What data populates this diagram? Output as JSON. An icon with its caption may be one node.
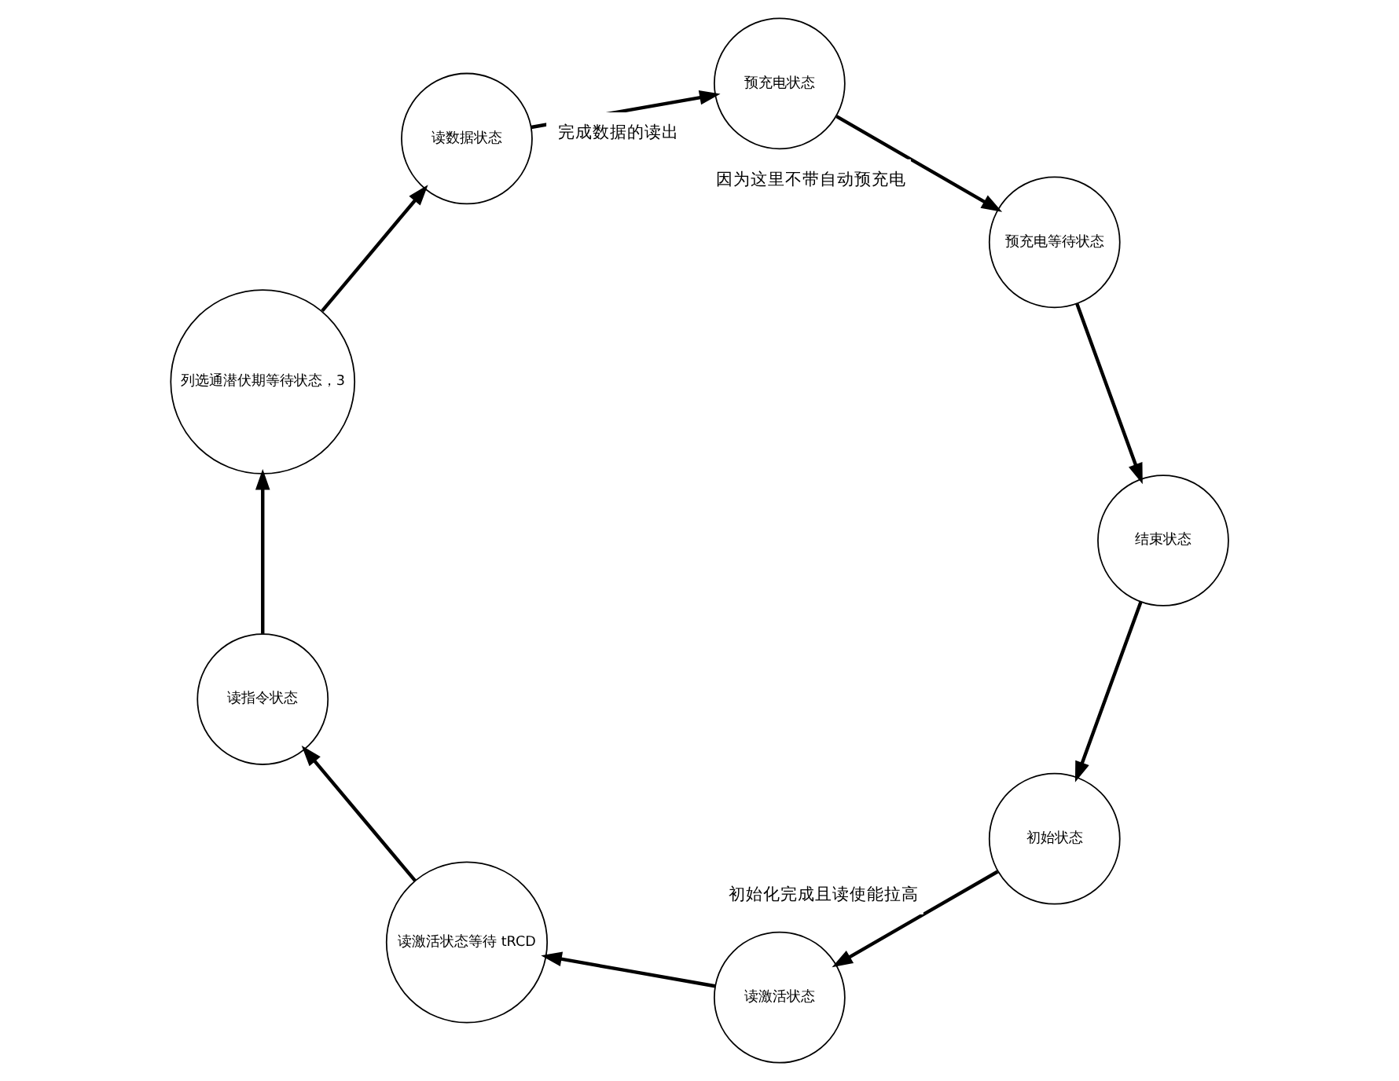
{
  "diagram": {
    "nodes": [
      {
        "text": [
          "初始状态"
        ]
      },
      {
        "text": [
          "读激活状态"
        ]
      },
      {
        "text": [
          "读激活状态等待 tRCD"
        ]
      },
      {
        "text": [
          "读指令状态"
        ]
      },
      {
        "text": [
          "列选通潜伏期等待状态，3"
        ]
      },
      {
        "text": [
          "读数据状态"
        ]
      },
      {
        "text": [
          "预充电状态"
        ]
      },
      {
        "text": [
          "预充电等待状态"
        ]
      },
      {
        "text": [
          "结束状态"
        ]
      }
    ],
    "edges": [
      {
        "from": 0,
        "to": 1,
        "arrow": "to",
        "label": "初始化完成且读使能拉高"
      },
      {
        "from": 1,
        "to": 2,
        "arrow": "to"
      },
      {
        "from": 2,
        "to": 3,
        "arrow": "to"
      },
      {
        "from": 3,
        "to": 4,
        "arrow": "to"
      },
      {
        "from": 4,
        "to": 5,
        "arrow": "to"
      },
      {
        "from": 5,
        "to": 6,
        "arrow": "to",
        "label": "完成数据的读出"
      },
      {
        "from": 6,
        "to": 7,
        "arrow": "to",
        "label": "因为这里不带自动预充电"
      },
      {
        "from": 7,
        "to": 8,
        "arrow": "to"
      },
      {
        "from": 8,
        "to": 0,
        "arrow": "to"
      }
    ]
  }
}
